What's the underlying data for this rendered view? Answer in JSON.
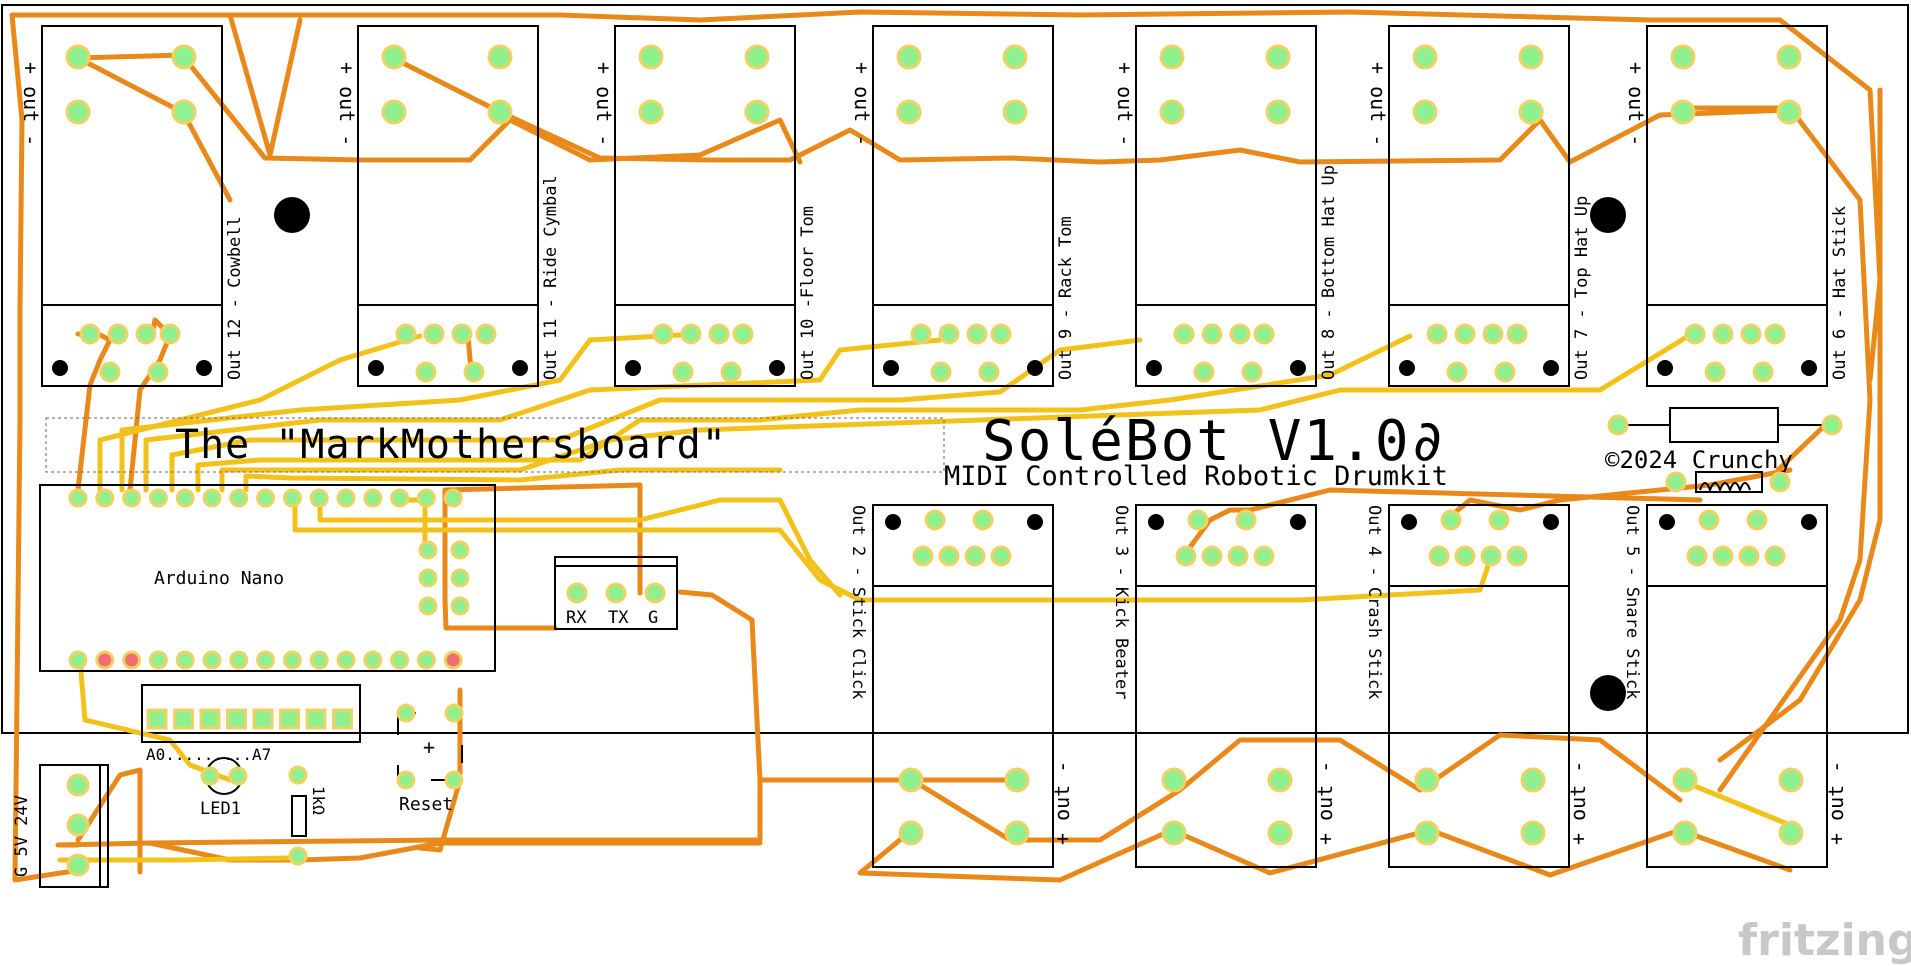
{
  "board": {
    "title": "The \"MarkMothersboard\"",
    "product": "SoléBot V1.0∂",
    "subtitle": "MIDI Controlled Robotic Drumkit",
    "copyright": "©2024 Crunchy",
    "watermark": "fritzing"
  },
  "top_outputs": [
    {
      "label": "Out 12 - Cowbell"
    },
    {
      "label": "Out 11 - Ride Cymbal"
    },
    {
      "label": "Out 10 -Floor Tom"
    },
    {
      "label": "Out 9 - Rack Tom"
    },
    {
      "label": "Out 8 - Bottom Hat Up"
    },
    {
      "label": "Out 7 - Top Hat Up"
    },
    {
      "label": "Out 6 - Hat Stick"
    }
  ],
  "bottom_outputs": [
    {
      "label": "Out 2 - Stick Click"
    },
    {
      "label": "Out 3 - Kick Beater"
    },
    {
      "label": "Out 4 - Crash Stick"
    },
    {
      "label": "Out 5 - Snare Stick"
    }
  ],
  "connector_text": "+ out -",
  "components": {
    "arduino": "Arduino Nano",
    "serial": {
      "rx": "RX",
      "tx": "TX",
      "g": "G"
    },
    "analog_range": "A0.........A7",
    "led": "LED1",
    "resistor": "1kΩ",
    "reset": "Reset",
    "reset_plus": "+",
    "power": "G 5V 24V"
  },
  "colors": {
    "trace_bottom": "#e8891a",
    "trace_top": "#f2c21a",
    "pad": "#8ef08e",
    "pad_ring": "#f0d264",
    "pad_red": "#f07070",
    "watermark": "#c8c8c8"
  }
}
